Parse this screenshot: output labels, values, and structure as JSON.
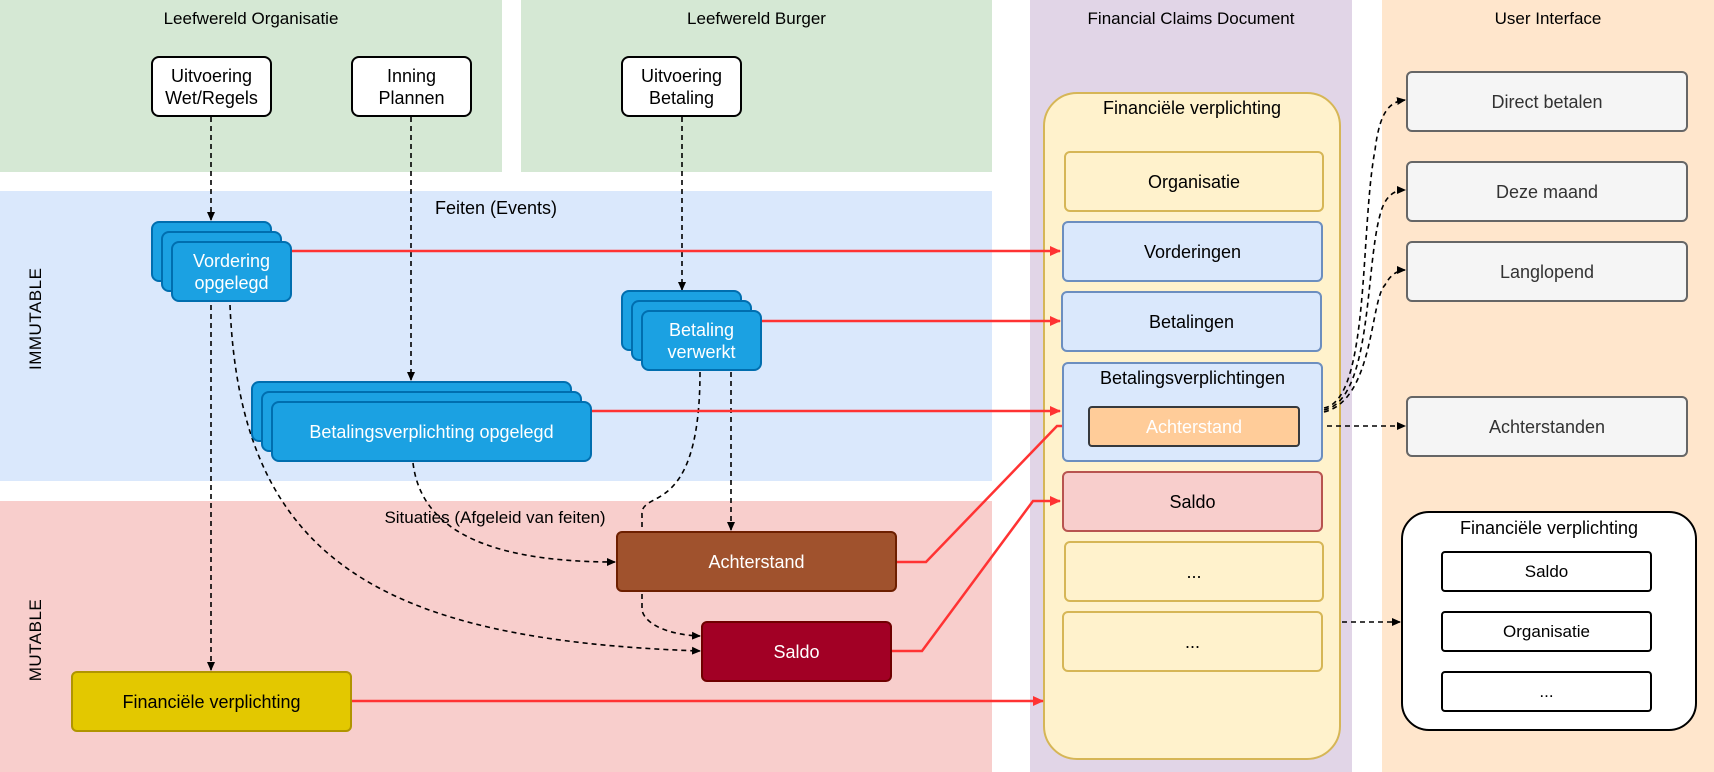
{
  "regions": {
    "org": "Leefwereld Organisatie",
    "burger": "Leefwereld Burger",
    "fcd": "Financial Claims Document",
    "ui": "User Interface",
    "feiten": "Feiten (Events)",
    "situaties": "Situaties (Afgeleid van feiten)",
    "immutable": "IMMUTABLE",
    "mutable": "MUTABLE"
  },
  "actors": {
    "uitvoering_wet": "Uitvoering Wet/Regels",
    "inning": "Inning Plannen",
    "uitvoering_betaling": "Uitvoering Betaling"
  },
  "events": {
    "vordering": "Vordering opgelegd",
    "betaling": "Betaling verwerkt",
    "betalingsverplichting": "Betalingsverplichting opgelegd"
  },
  "situations": {
    "achterstand": "Achterstand",
    "saldo": "Saldo",
    "financiele": "Financiële verplichting"
  },
  "fcd": {
    "title": "Financiële verplichting",
    "organisatie": "Organisatie",
    "vorderingen": "Vorderingen",
    "betalingen": "Betalingen",
    "betalingsverplichtingen": "Betalingsverplichtingen",
    "achterstand": "Achterstand",
    "saldo": "Saldo",
    "more1": "...",
    "more2": "..."
  },
  "ui": {
    "direct": "Direct betalen",
    "deze_maand": "Deze maand",
    "langlopend": "Langlopend",
    "achterstanden": "Achterstanden",
    "card_title": "Financiële verplichting",
    "card_saldo": "Saldo",
    "card_organisatie": "Organisatie",
    "card_more": "..."
  },
  "colors": {
    "green_region": "#d5e8d4",
    "blue_region": "#dae8fc",
    "red_region": "#f8cecc",
    "purple_region": "#e1d5e7",
    "orange_region": "#ffe6cc",
    "event_fill": "#1ba1e2",
    "achterstand_fill": "#a0522d",
    "saldo_fill": "#a20025",
    "financiele_fill": "#e3c800",
    "red_arrow": "#ff3333"
  }
}
